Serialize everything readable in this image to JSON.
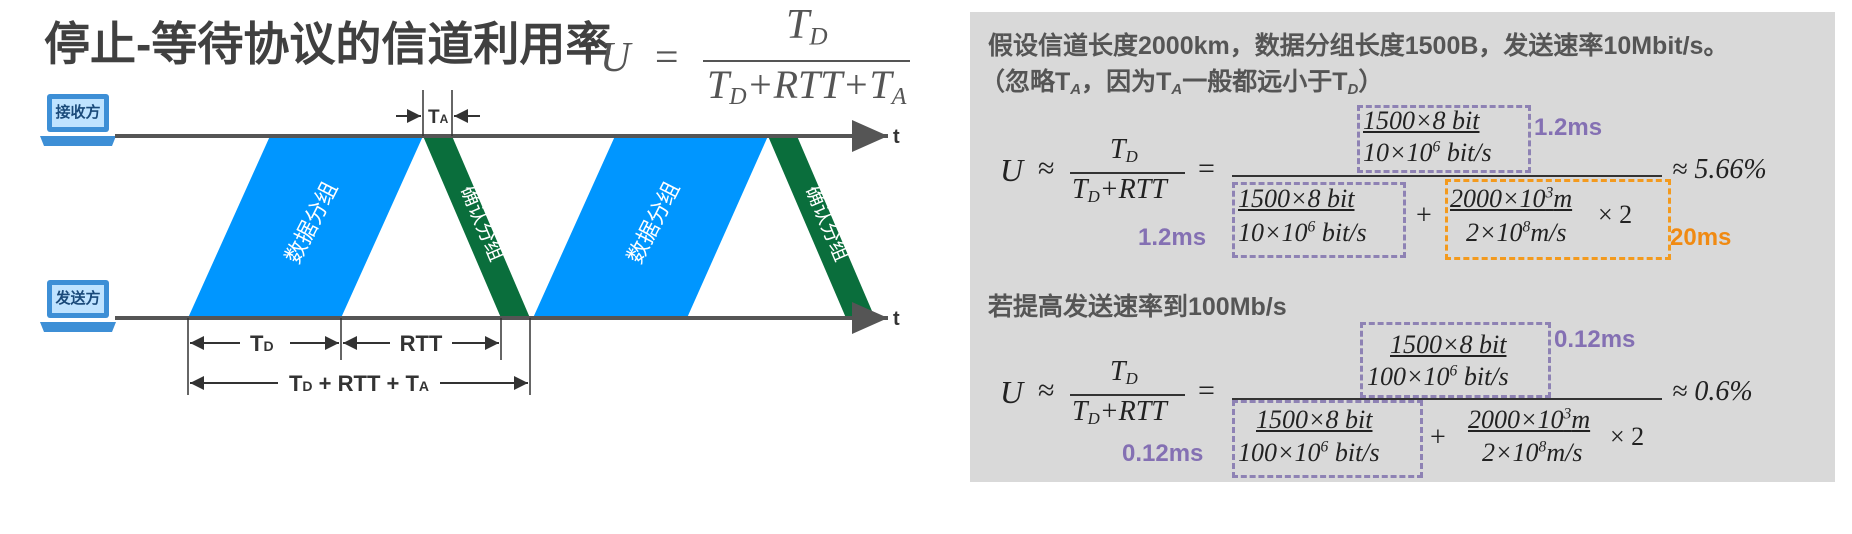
{
  "title": {
    "text": "停止-等待协议的信道利用率",
    "formula_lhs": "U",
    "formula_eq": "=",
    "formula_num": "T",
    "formula_num_sub": "D",
    "formula_den_a": "T",
    "formula_den_a_sub": "D",
    "formula_den_b": "+RTT+T",
    "formula_den_b_sub": "A"
  },
  "diagram": {
    "receiver_label": "接收方",
    "sender_label": "发送方",
    "t_axis_top": "t",
    "t_axis_bottom": "t",
    "data_label_1": "数据分组",
    "data_label_2": "数据分组",
    "ack_label_1": "确认分组",
    "ack_label_2": "确认分组",
    "ta_label": "T",
    "ta_label_sub": "A",
    "td_label": "T",
    "td_label_sub": "D",
    "rtt_label": "RTT",
    "total_a": "T",
    "total_a_sub": "D",
    "total_b": " + RTT + T",
    "total_b_sub": "A",
    "colors": {
      "data": "#0096ff",
      "ack": "#0a6e3c",
      "axis": "#555555",
      "computer": "#3d8fd6"
    }
  },
  "panel": {
    "line1": "假设信道长度2000km，数据分组长度1500B，发送速率10Mbit/s。",
    "line2_a": "（忽略T",
    "line2_a_sub": "A",
    "line2_b": "，因为T",
    "line2_b_sub": "A",
    "line2_c": "一般都远小于T",
    "line2_c_sub": "D",
    "line2_d": "）",
    "eq1": {
      "U": "U",
      "approx": "≈",
      "lhs_num": "T",
      "lhs_num_sub": "D",
      "lhs_den": "T",
      "lhs_den_sub": "D",
      "lhs_den_b": "+RTT",
      "eq": "=",
      "top_num": "1500×8  bit",
      "top_den_a": "10×10",
      "top_den_sup": "6",
      "top_den_b": "  bit/s",
      "bot_num1": "1500×8  bit",
      "bot_den1_a": "10×10",
      "bot_den1_sup": "6",
      "bot_den1_b": "  bit/s",
      "plus": "+",
      "bot_num2_a": "2000×10",
      "bot_num2_sup": "3",
      "bot_num2_b": "m",
      "bot_den2_a": "2×10",
      "bot_den2_sup": "8",
      "bot_den2_b": "m/s",
      "times2": "×  2",
      "result": "≈  5.66%",
      "label_top": "1.2ms",
      "label_left": "1.2ms",
      "label_right": "20ms"
    },
    "line3": "若提高发送速率到100Mb/s",
    "eq2": {
      "U": "U",
      "approx": "≈",
      "lhs_num": "T",
      "lhs_num_sub": "D",
      "lhs_den": "T",
      "lhs_den_sub": "D",
      "lhs_den_b": "+RTT",
      "eq": "=",
      "top_num": "1500×8  bit",
      "top_den_a": "100×10",
      "top_den_sup": "6",
      "top_den_b": "  bit/s",
      "bot_num1": "1500×8  bit",
      "bot_den1_a": "100×10",
      "bot_den1_sup": "6",
      "bot_den1_b": "  bit/s",
      "plus": "+",
      "bot_num2_a": "2000×10",
      "bot_num2_sup": "3",
      "bot_num2_b": "m",
      "bot_den2_a": "2×10",
      "bot_den2_sup": "8",
      "bot_den2_b": "m/s",
      "times2": "×  2",
      "result": "≈  0.6%",
      "label_top": "0.12ms",
      "label_left": "0.12ms"
    },
    "colors": {
      "panel_bg": "#d9d9d9",
      "purple": "#8470b3",
      "orange": "#f08a12"
    }
  }
}
